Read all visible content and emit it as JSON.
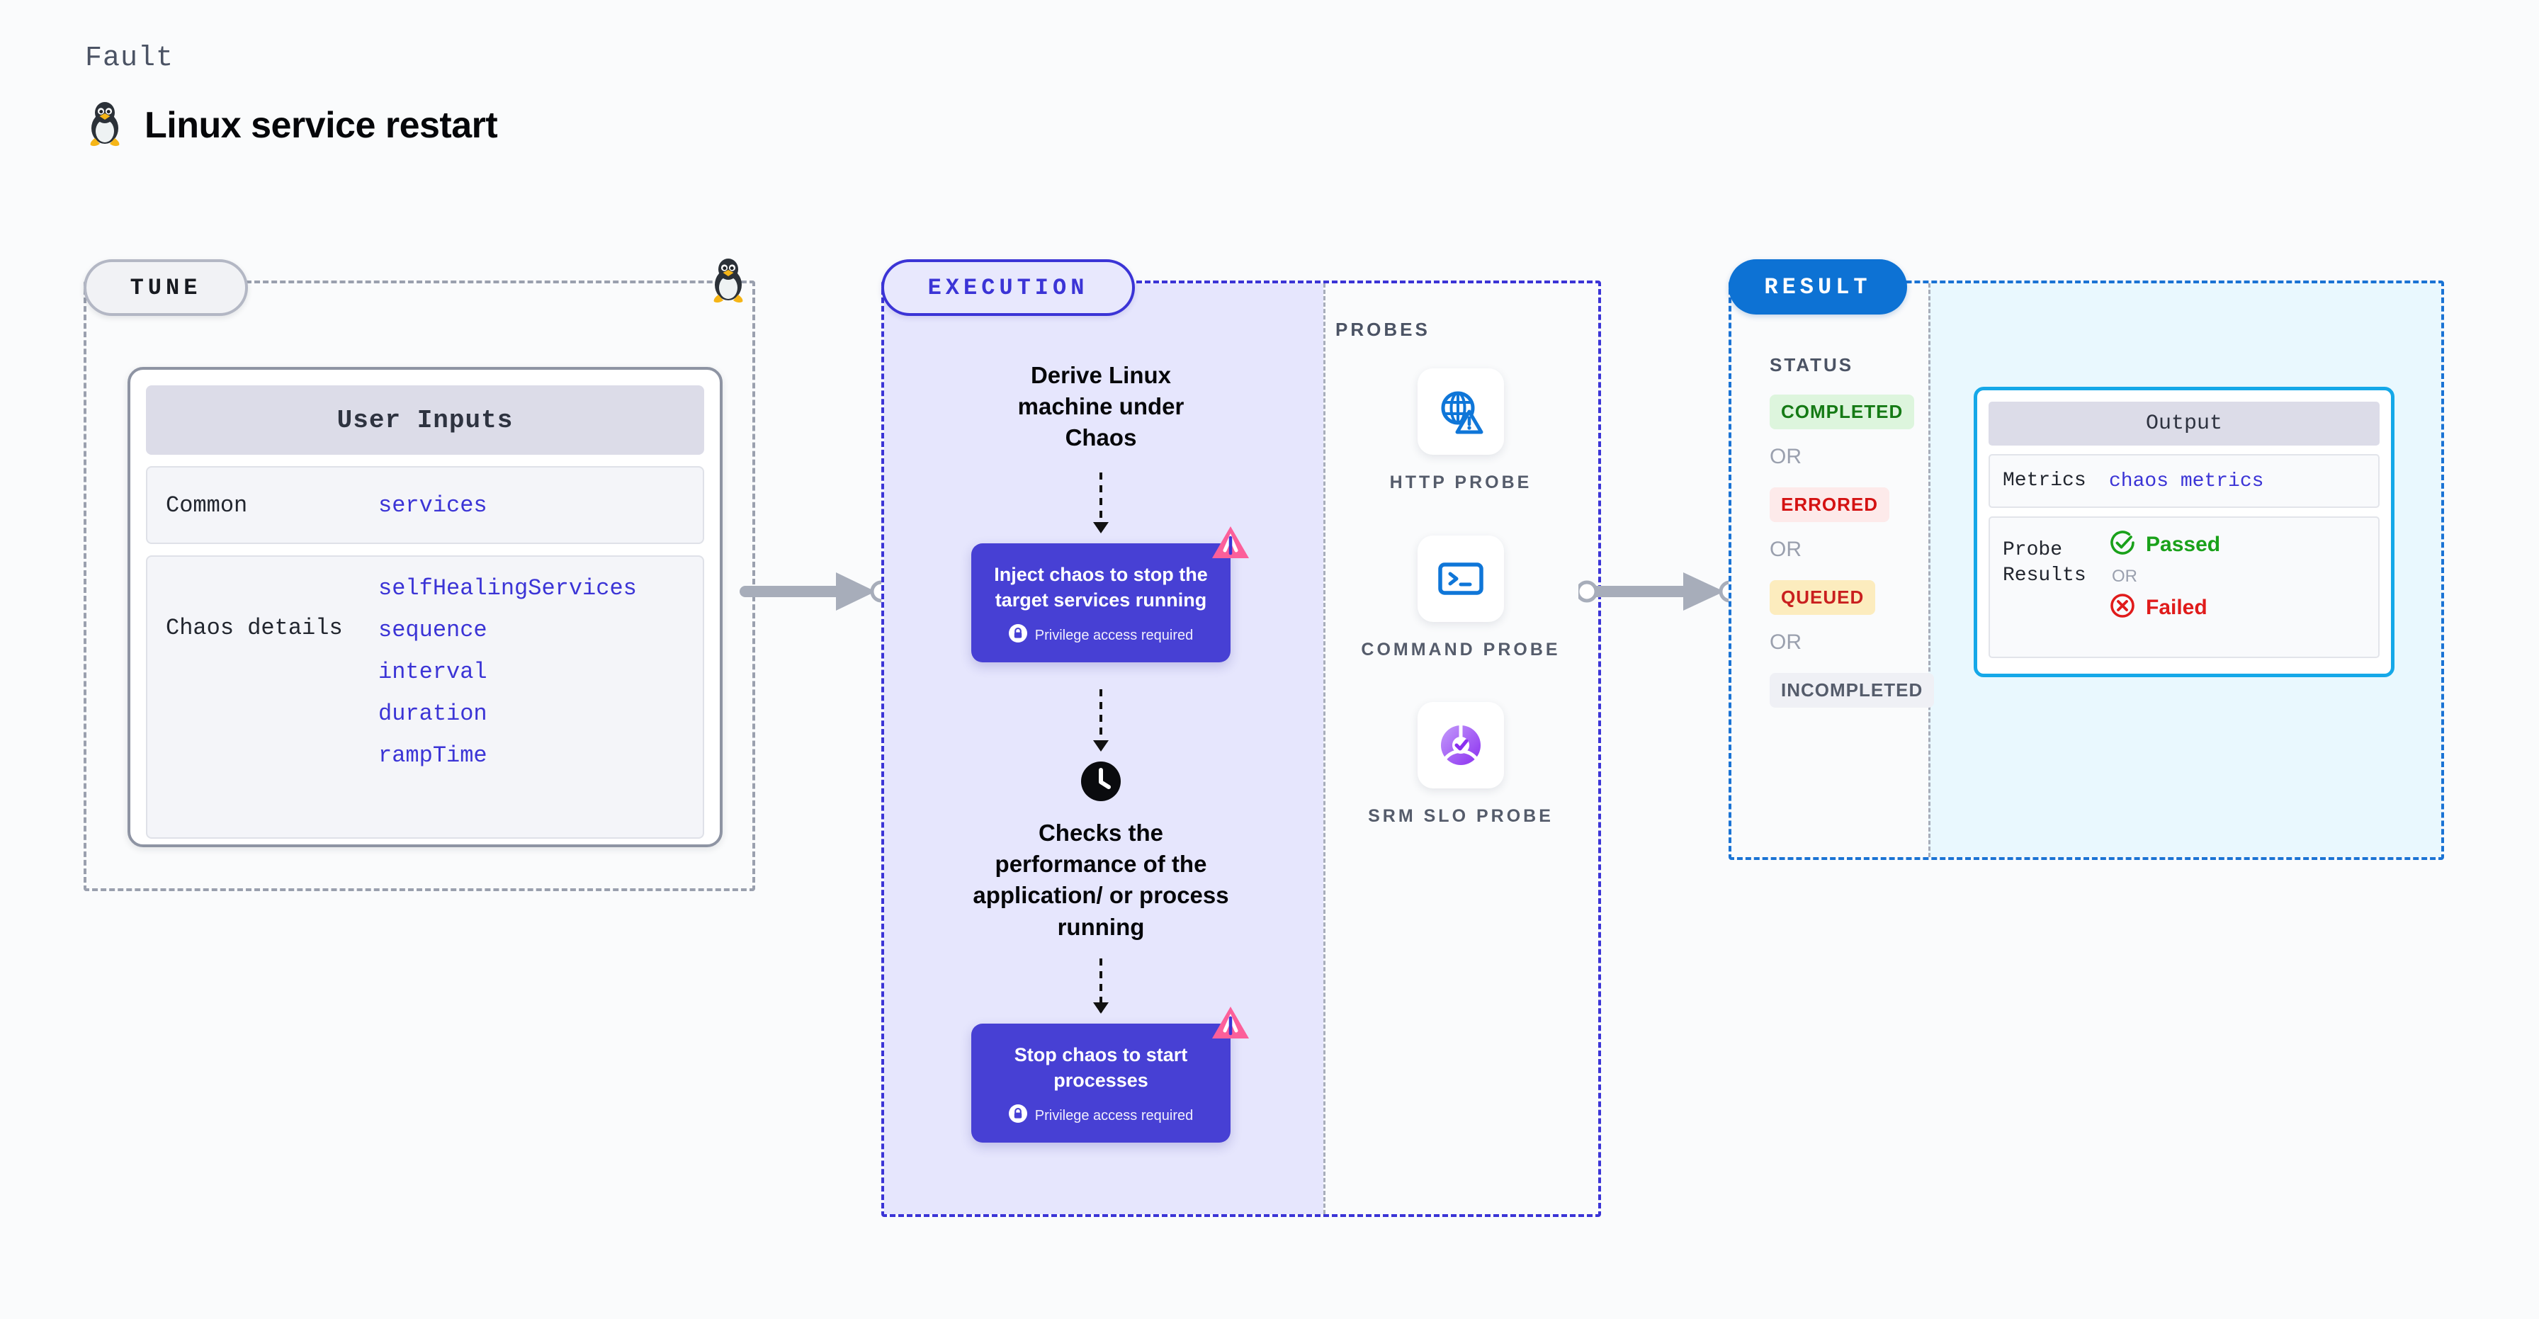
{
  "header": {
    "eyebrow": "Fault",
    "title": "Linux service restart",
    "icon": "linux-penguin-icon"
  },
  "tune": {
    "badge": "TUNE",
    "card_title": "User Inputs",
    "rows": [
      {
        "label": "Common",
        "values": [
          "services"
        ]
      },
      {
        "label": "Chaos details",
        "values": [
          "selfHealingServices",
          "sequence",
          "interval",
          "duration",
          "rampTime"
        ]
      }
    ]
  },
  "execution": {
    "badge": "EXECUTION",
    "step_1": "Derive Linux machine under Chaos",
    "card_1": {
      "title": "Inject chaos to stop the target services running",
      "note": "Privilege access required"
    },
    "step_2": "Checks the performance of the application/ or process running",
    "card_2": {
      "title": "Stop chaos to start processes",
      "note": "Privilege access required"
    }
  },
  "probes": {
    "label": "PROBES",
    "items": [
      {
        "name": "HTTP PROBE",
        "icon": "globe-warning-icon"
      },
      {
        "name": "COMMAND PROBE",
        "icon": "terminal-icon"
      },
      {
        "name": "SRM SLO PROBE",
        "icon": "slo-donut-check-icon"
      }
    ]
  },
  "result": {
    "badge": "RESULT",
    "status_title": "STATUS",
    "or_label": "OR",
    "statuses": [
      {
        "label": "COMPLETED",
        "bg": "#ddf5dd",
        "fg": "#157a15"
      },
      {
        "label": "ERRORED",
        "bg": "#fdeaea",
        "fg": "#d41212"
      },
      {
        "label": "QUEUED",
        "bg": "#fcecbe",
        "fg": "#c91f1f"
      },
      {
        "label": "INCOMPLETED",
        "bg": "#eff0f5",
        "fg": "#555c6b"
      }
    ],
    "output": {
      "title": "Output",
      "metrics_label": "Metrics",
      "metrics_value": "chaos metrics",
      "probe_label": "Probe Results",
      "passed": "Passed",
      "failed": "Failed",
      "or_label": "OR"
    }
  },
  "colors": {
    "accent_purple": "#3b34d6",
    "card_purple": "#4740d4",
    "result_blue": "#0d72d4",
    "output_cyan": "#15a8e8",
    "pass_green": "#1aa11a",
    "fail_red": "#e01b1b",
    "litmus_pink": "#fc5f9a"
  }
}
